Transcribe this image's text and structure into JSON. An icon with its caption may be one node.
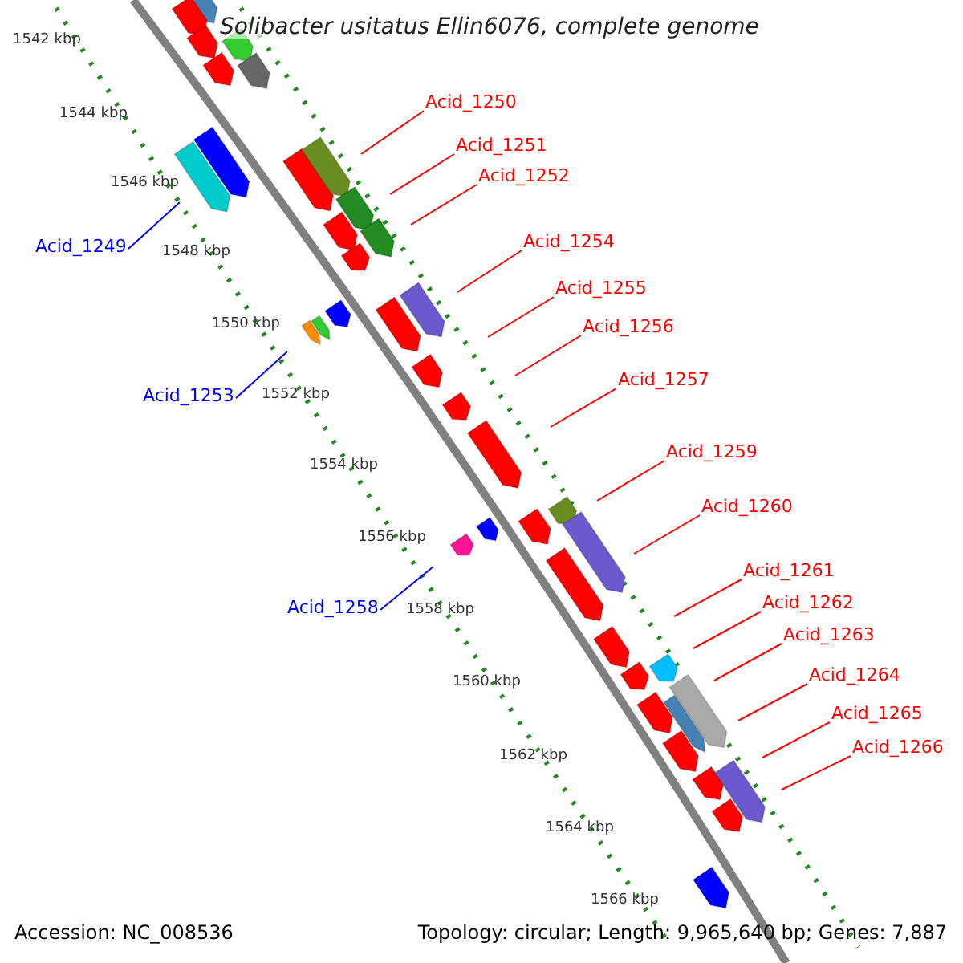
{
  "diagram": {
    "title": "Solibacter usitatus Ellin6076, complete genome",
    "nodes": [
      {
        "text": [
          "Acid_1250"
        ]
      },
      {
        "text": [
          "Acid_1251"
        ]
      },
      {
        "text": [
          "Acid_1252"
        ]
      },
      {
        "text": [
          "Acid_1254"
        ]
      },
      {
        "text": [
          "Acid_1249"
        ]
      },
      {
        "text": [
          "Acid_1255"
        ]
      },
      {
        "text": [
          "Acid_1256"
        ]
      },
      {
        "text": [
          "Acid_1257"
        ]
      },
      {
        "text": [
          "Acid_1253"
        ]
      },
      {
        "text": [
          "Acid_1259"
        ]
      },
      {
        "text": [
          "Acid_1260"
        ]
      },
      {
        "text": [
          "Acid_1261"
        ]
      },
      {
        "text": [
          "Acid_1262"
        ]
      },
      {
        "text": [
          "Acid_1258"
        ]
      },
      {
        "text": [
          "Acid_1263"
        ]
      },
      {
        "text": [
          "Acid_1264"
        ]
      },
      {
        "text": [
          "Acid_1265"
        ]
      },
      {
        "text": [
          "Acid_1266"
        ]
      }
    ],
    "edges": [
      {
        "from": 0,
        "to": null,
        "arrow": "none"
      },
      {
        "from": 1,
        "to": null,
        "arrow": "none"
      },
      {
        "from": 2,
        "to": null,
        "arrow": "none"
      },
      {
        "from": 3,
        "to": null,
        "arrow": "none"
      },
      {
        "from": 4,
        "to": null,
        "arrow": "none",
        "color": "#0000ff"
      },
      {
        "from": 5,
        "to": null,
        "arrow": "none"
      },
      {
        "from": 6,
        "to": null,
        "arrow": "none"
      },
      {
        "from": 7,
        "to": null,
        "arrow": "none"
      },
      {
        "from": 8,
        "to": null,
        "arrow": "none",
        "color": "#0000ff"
      },
      {
        "from": 9,
        "to": null,
        "arrow": "none"
      },
      {
        "from": 10,
        "to": null,
        "arrow": "none"
      },
      {
        "from": 11,
        "to": null,
        "arrow": "none"
      },
      {
        "from": 12,
        "to": null,
        "arrow": "none"
      },
      {
        "from": 13,
        "to": null,
        "arrow": "none",
        "color": "#0000ff"
      },
      {
        "from": 14,
        "to": null,
        "arrow": "none"
      },
      {
        "from": 15,
        "to": null,
        "arrow": "none"
      },
      {
        "from": 16,
        "to": null,
        "arrow": "none"
      },
      {
        "from": 17,
        "to": null,
        "arrow": "none"
      }
    ],
    "labels": [
      "1542 kbp",
      "1544 kbp",
      "1546 kbp",
      "1548 kbp",
      "1550 kbp",
      "1552 kbp",
      "1554 kbp",
      "1556 kbp",
      "1558 kbp",
      "1560 kbp",
      "1562 kbp",
      "1564 kbp",
      "1566 kbp",
      "Accession: NC_008536",
      "Topology: circular; Length: 9,965,640 bp; Genes: 7,887"
    ]
  }
}
